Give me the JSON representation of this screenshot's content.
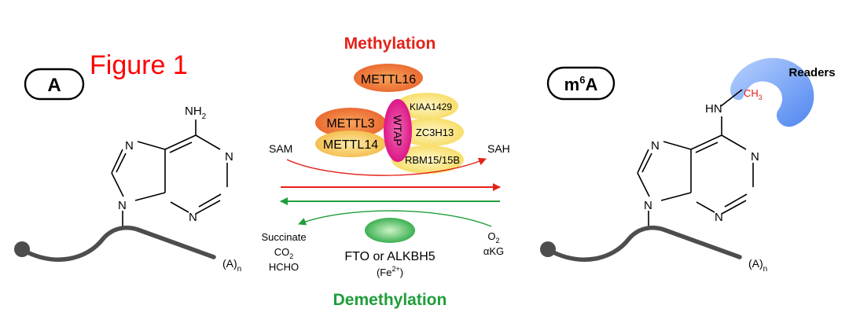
{
  "figure_label": "Figure 1",
  "left_panel": {
    "badge": "A",
    "amine_label": "NH",
    "amine_sub": "2",
    "ring_n1": "N",
    "ring_n2": "N",
    "ring_n3": "N",
    "ring_n4": "N",
    "ring_n9": "N",
    "tail_label": "(A)",
    "tail_sub": "n"
  },
  "right_panel": {
    "badge_main": "m",
    "badge_sup": "6",
    "badge_tail": "A",
    "readers_label": "Readers",
    "hn_label": "HN",
    "methyl_label": "CH",
    "methyl_sub": "3",
    "ring_n1": "N",
    "ring_n2": "N",
    "ring_n3": "N",
    "ring_n4": "N",
    "ring_n9": "N",
    "tail_label": "(A)",
    "tail_sub": "n"
  },
  "center": {
    "methylation_title": "Methylation",
    "demethylation_title": "Demethylation",
    "sam": "SAM",
    "sah": "SAH",
    "succinate": "Succinate",
    "co": "CO",
    "co_sub": "2",
    "hcho": "HCHO",
    "o": "O",
    "o_sub": "2",
    "akg": "αKG",
    "eraser_label": "FTO or ALKBH5",
    "cofactor_open": "(Fe",
    "cofactor_sup": "2+",
    "cofactor_close": ")"
  },
  "writers": {
    "mettl16": "METTL16",
    "mettl3": "METTL3",
    "mettl14": "METTL14",
    "wtap": "WTAP",
    "kiaa1429": "KIAA1429",
    "zc3h13": "ZC3H13",
    "rbm15": "RBM15/15B"
  },
  "colors": {
    "methylation_red": "#e32119",
    "demethylation_green": "#1f9e3a",
    "figure_label_red": "#ff0000",
    "mettl_orange": "#e8602a",
    "mettl14_yellow": "#f6c34a",
    "wtap_magenta": "#e0108a",
    "adaptor_yellow": "#f9e37a",
    "eraser_green": "#36b54a",
    "reader_blue": "#6a9cf2",
    "rna_gray": "#4d4d4d"
  }
}
